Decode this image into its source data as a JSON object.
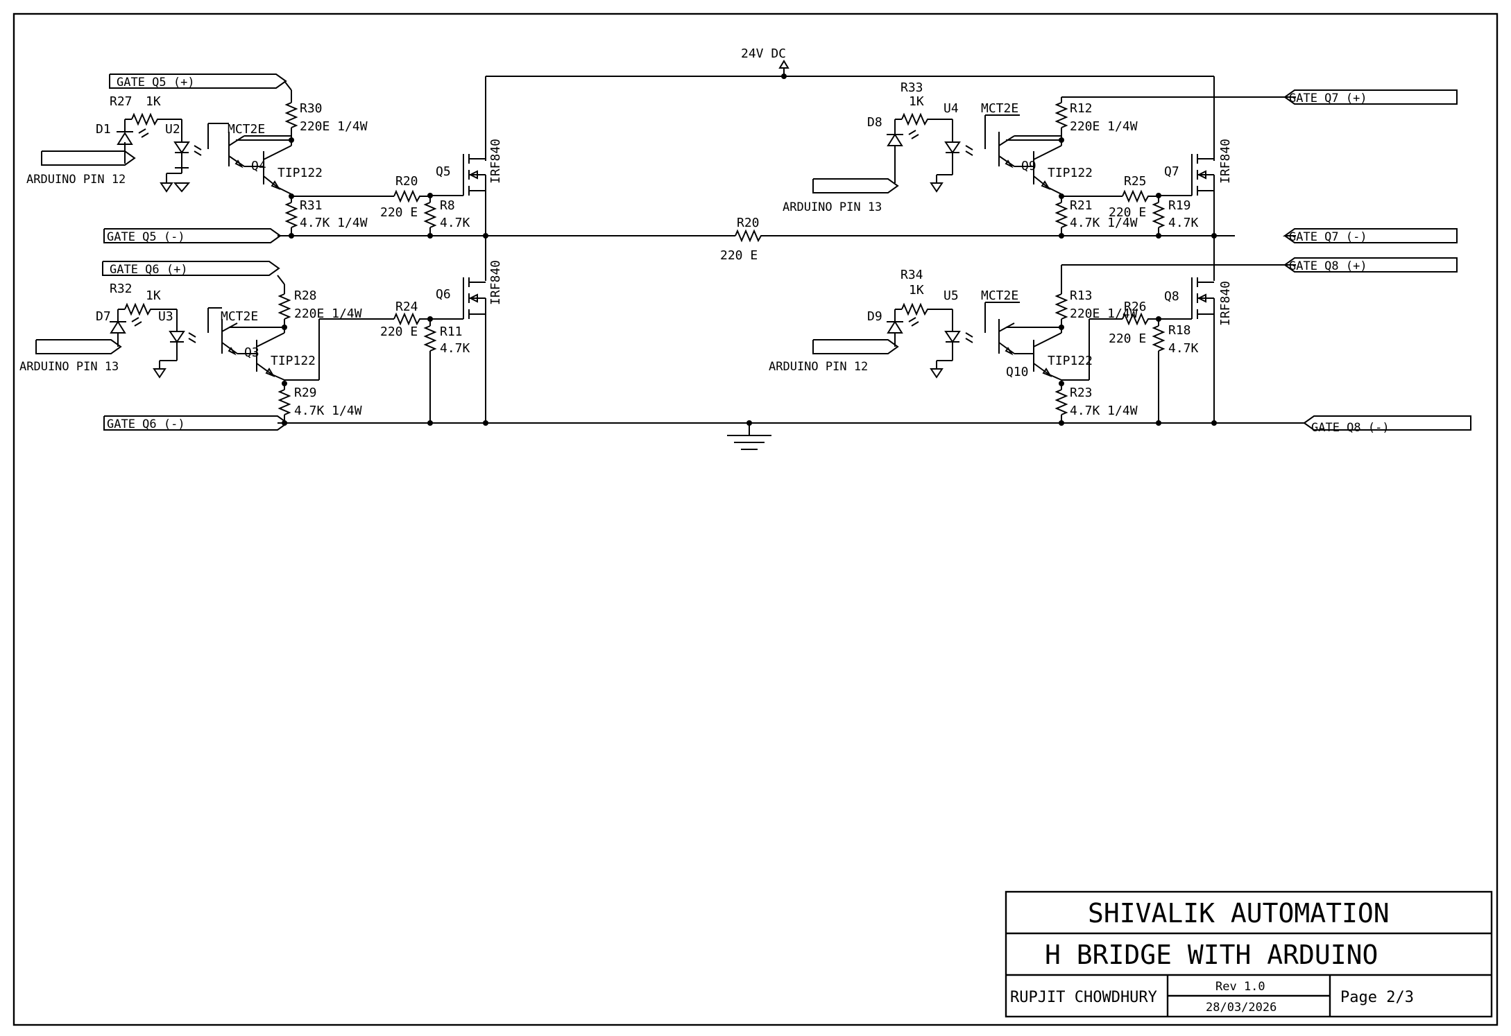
{
  "supply": {
    "label": "24V DC"
  },
  "ports": {
    "gate_q5_pos": "GATE Q5 (+)",
    "gate_q5_neg": "GATE Q5 (-)",
    "gate_q6_pos": "GATE Q6 (+)",
    "gate_q6_neg": "GATE Q6 (-)",
    "gate_q7_pos": "GATE Q7 (+)",
    "gate_q7_neg": "GATE Q7 (-)",
    "gate_q8_pos": "GATE Q8 (+)",
    "gate_q8_neg": "GATE Q8 (-)",
    "arduino_tl": "ARDUINO PIN 12",
    "arduino_bl": "ARDUINO PIN 13",
    "arduino_tr": "ARDUINO PIN 13",
    "arduino_br": "ARDUINO PIN 12"
  },
  "components": {
    "r27": "R27",
    "r27_val": "1K",
    "d1": "D1",
    "u2": "U2",
    "mct_tl": "MCT2E",
    "q4": "Q4",
    "tip_tl": "TIP122",
    "r30": "R30",
    "r30_val": "220E 1/4W",
    "r31": "R31",
    "r31_val": "4.7K 1/4W",
    "r20a": "R20",
    "r20a_val": "220 E",
    "r8": "R8",
    "r8_val": "4.7K",
    "q5": "Q5",
    "irf_q5": "IRF840",
    "r32": "R32",
    "r32_val": "1K",
    "d7": "D7",
    "u3": "U3",
    "mct_bl": "MCT2E",
    "q3": "Q3",
    "tip_bl": "TIP122",
    "r28": "R28",
    "r28_val": "220E 1/4W",
    "r29": "R29",
    "r29_val": "4.7K 1/4W",
    "r24": "R24",
    "r24_val": "220 E",
    "r11": "R11",
    "r11_val": "4.7K",
    "q6": "Q6",
    "irf_q6": "IRF840",
    "r20b": "R20",
    "r20b_val": "220 E",
    "r33": "R33",
    "r33_val": "1K",
    "d8": "D8",
    "u4": "U4",
    "mct_tr": "MCT2E",
    "q9": "Q9",
    "tip_tr": "TIP122",
    "r12": "R12",
    "r12_val": "220E 1/4W",
    "r21": "R21",
    "r21_val": "4.7K 1/4W",
    "r25": "R25",
    "r25_val": "220 E",
    "r19": "R19",
    "r19_val": "4.7K",
    "q7": "Q7",
    "irf_q7": "IRF840",
    "r34": "R34",
    "r34_val": "1K",
    "d9": "D9",
    "u5": "U5",
    "mct_br": "MCT2E",
    "q10": "Q10",
    "tip_br": "TIP122",
    "r13": "R13",
    "r13_val": "220E 1/4W",
    "r23": "R23",
    "r23_val": "4.7K 1/4W",
    "r26": "R26",
    "r26_val": "220 E",
    "r18": "R18",
    "r18_val": "4.7K",
    "q8": "Q8",
    "irf_q8": "IRF840"
  },
  "title_block": {
    "company": "SHIVALIK AUTOMATION",
    "title": "H BRIDGE WITH ARDUINO",
    "author": "RUPJIT CHOWDHURY",
    "rev": "Rev 1.0",
    "date": "28/03/2026",
    "page": "Page 2/3"
  }
}
